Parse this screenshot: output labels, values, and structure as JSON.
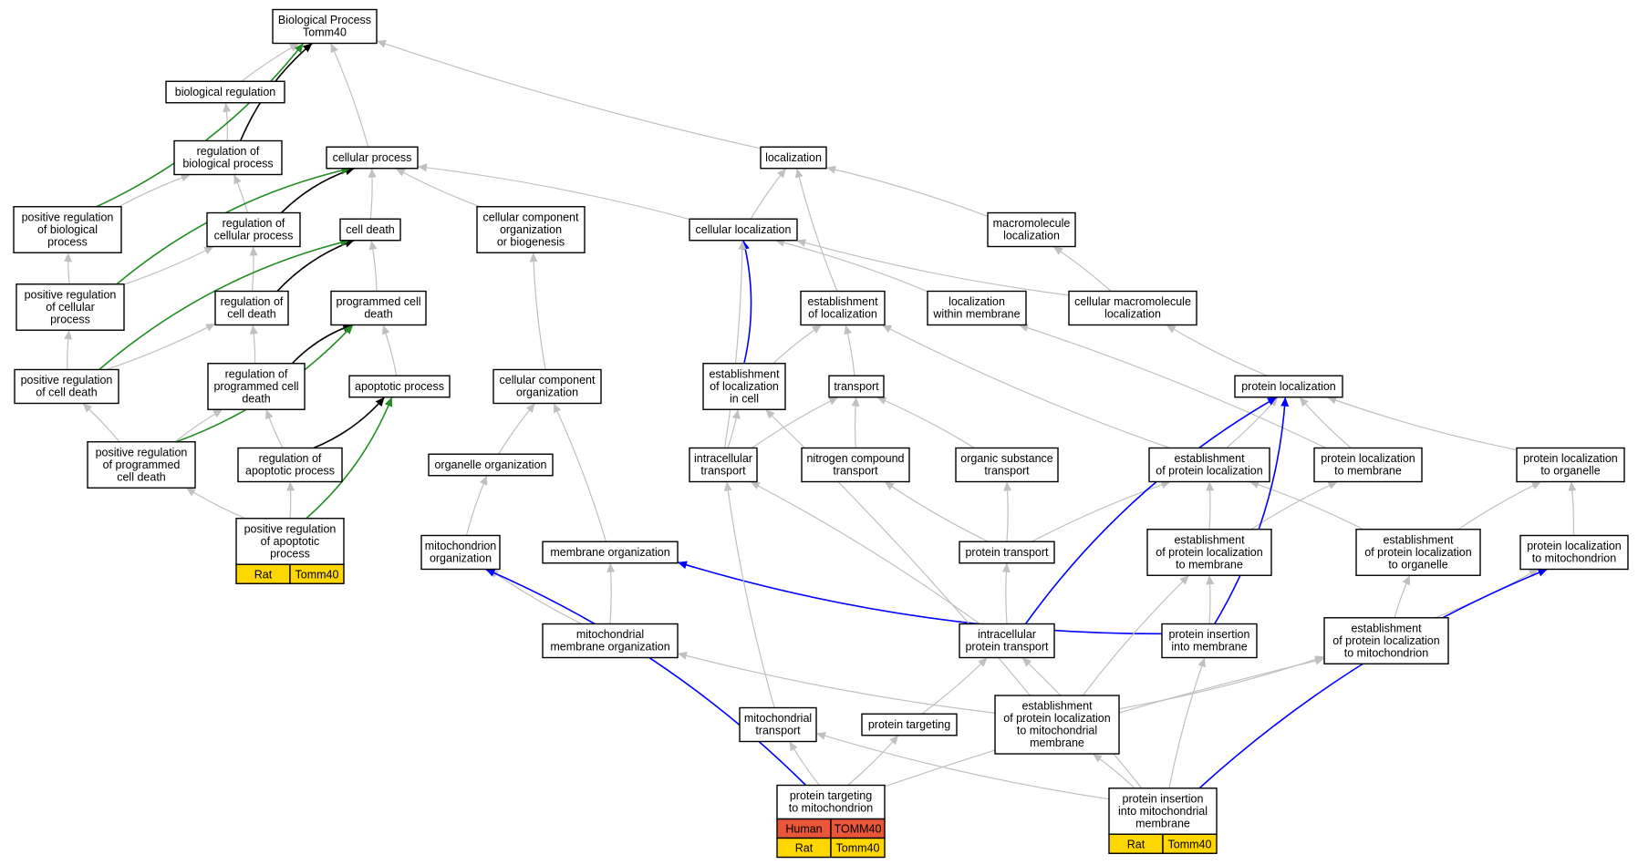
{
  "colors": {
    "edge_default": "#c0c0c0",
    "edge_black": "#000000",
    "edge_green": "#228b22",
    "edge_blue": "#0000ff",
    "species_human": "#e9563a",
    "species_rat": "#ffd700"
  },
  "nodes": [
    {
      "id": "bp",
      "lines": [
        "Biological Process",
        "Tomm40"
      ]
    },
    {
      "id": "bioreg",
      "lines": [
        "biological regulation"
      ]
    },
    {
      "id": "regbp",
      "lines": [
        "regulation of",
        "biological process"
      ]
    },
    {
      "id": "cellproc",
      "lines": [
        "cellular process"
      ]
    },
    {
      "id": "localization",
      "lines": [
        "localization"
      ]
    },
    {
      "id": "posregbp",
      "lines": [
        "positive regulation",
        "of biological",
        "process"
      ]
    },
    {
      "id": "regcp",
      "lines": [
        "regulation of",
        "cellular process"
      ]
    },
    {
      "id": "celldeath",
      "lines": [
        "cell death"
      ]
    },
    {
      "id": "ccorgbio",
      "lines": [
        "cellular component",
        "organization",
        "or biogenesis"
      ]
    },
    {
      "id": "cellloc",
      "lines": [
        "cellular localization"
      ]
    },
    {
      "id": "macroloc",
      "lines": [
        "macromolecule",
        "localization"
      ]
    },
    {
      "id": "posregcp",
      "lines": [
        "positive regulation",
        "of cellular",
        "process"
      ]
    },
    {
      "id": "regcd",
      "lines": [
        "regulation of",
        "cell death"
      ]
    },
    {
      "id": "pcd",
      "lines": [
        "programmed cell",
        "death"
      ]
    },
    {
      "id": "estloc",
      "lines": [
        "establishment",
        "of localization"
      ]
    },
    {
      "id": "locmem",
      "lines": [
        "localization",
        "within membrane"
      ]
    },
    {
      "id": "cmacroloc",
      "lines": [
        "cellular macromolecule",
        "localization"
      ]
    },
    {
      "id": "posregcd",
      "lines": [
        "positive regulation",
        "of cell death"
      ]
    },
    {
      "id": "regpcd",
      "lines": [
        "regulation of",
        "programmed cell",
        "death"
      ]
    },
    {
      "id": "apoptotic",
      "lines": [
        "apoptotic process"
      ]
    },
    {
      "id": "ccorg",
      "lines": [
        "cellular component",
        "organization"
      ]
    },
    {
      "id": "estlocincell",
      "lines": [
        "establishment",
        "of localization",
        "in cell"
      ]
    },
    {
      "id": "transport",
      "lines": [
        "transport"
      ]
    },
    {
      "id": "protloc",
      "lines": [
        "protein localization"
      ]
    },
    {
      "id": "posregpcd",
      "lines": [
        "positive regulation",
        "of programmed",
        "cell death"
      ]
    },
    {
      "id": "regap",
      "lines": [
        "regulation of",
        "apoptotic process"
      ]
    },
    {
      "id": "organelleorg",
      "lines": [
        "organelle organization"
      ]
    },
    {
      "id": "intracelltrans",
      "lines": [
        "intracellular",
        "transport"
      ]
    },
    {
      "id": "nitrotrans",
      "lines": [
        "nitrogen compound",
        "transport"
      ]
    },
    {
      "id": "orgsubtrans",
      "lines": [
        "organic substance",
        "transport"
      ]
    },
    {
      "id": "estprotloc",
      "lines": [
        "establishment",
        "of protein localization"
      ]
    },
    {
      "id": "protlocmem",
      "lines": [
        "protein localization",
        "to membrane"
      ]
    },
    {
      "id": "protlocorg",
      "lines": [
        "protein localization",
        "to organelle"
      ]
    },
    {
      "id": "posregap",
      "lines": [
        "positive regulation",
        "of apoptotic",
        "process"
      ],
      "species": [
        {
          "name": "Rat",
          "gene": "Tomm40",
          "color": "#ffd700"
        }
      ]
    },
    {
      "id": "mitoorg",
      "lines": [
        "mitochondrion",
        "organization"
      ]
    },
    {
      "id": "memorg",
      "lines": [
        "membrane organization"
      ]
    },
    {
      "id": "prottransport",
      "lines": [
        "protein transport"
      ]
    },
    {
      "id": "estprotlocmem",
      "lines": [
        "establishment",
        "of protein localization",
        "to membrane"
      ]
    },
    {
      "id": "estprotlocorg",
      "lines": [
        "establishment",
        "of protein localization",
        "to organelle"
      ]
    },
    {
      "id": "protlocmito",
      "lines": [
        "protein localization",
        "to mitochondrion"
      ]
    },
    {
      "id": "mitomemorg",
      "lines": [
        "mitochondrial",
        "membrane organization"
      ]
    },
    {
      "id": "intraprottrans",
      "lines": [
        "intracellular",
        "protein transport"
      ]
    },
    {
      "id": "protinsmem",
      "lines": [
        "protein insertion",
        "into membrane"
      ]
    },
    {
      "id": "estprotlocmito",
      "lines": [
        "establishment",
        "of protein localization",
        "to mitochondrion"
      ]
    },
    {
      "id": "mitotrans",
      "lines": [
        "mitochondrial",
        "transport"
      ]
    },
    {
      "id": "prottargeting",
      "lines": [
        "protein targeting"
      ]
    },
    {
      "id": "estprotlocmitomem",
      "lines": [
        "establishment",
        "of protein localization",
        "to mitochondrial",
        "membrane"
      ]
    },
    {
      "id": "prottargmito",
      "lines": [
        "protein targeting",
        "to mitochondrion"
      ],
      "species": [
        {
          "name": "Human",
          "gene": "TOMM40",
          "color": "#e9563a"
        },
        {
          "name": "Rat",
          "gene": "Tomm40",
          "color": "#ffd700"
        }
      ]
    },
    {
      "id": "protinsmitomem",
      "lines": [
        "protein insertion",
        "into mitochondrial",
        "membrane"
      ],
      "species": [
        {
          "name": "Rat",
          "gene": "Tomm40",
          "color": "#ffd700"
        }
      ]
    }
  ],
  "edges": [
    {
      "from": "bioreg",
      "to": "bp",
      "color": "default"
    },
    {
      "from": "regbp",
      "to": "bioreg",
      "color": "default"
    },
    {
      "from": "regbp",
      "to": "bp",
      "color": "black"
    },
    {
      "from": "cellproc",
      "to": "bp",
      "color": "default"
    },
    {
      "from": "localization",
      "to": "bp",
      "color": "default"
    },
    {
      "from": "posregbp",
      "to": "bp",
      "color": "green"
    },
    {
      "from": "posregbp",
      "to": "regbp",
      "color": "default"
    },
    {
      "from": "regcp",
      "to": "regbp",
      "color": "default"
    },
    {
      "from": "regcp",
      "to": "cellproc",
      "color": "black"
    },
    {
      "from": "celldeath",
      "to": "cellproc",
      "color": "default"
    },
    {
      "from": "ccorgbio",
      "to": "cellproc",
      "color": "default"
    },
    {
      "from": "cellloc",
      "to": "cellproc",
      "color": "default"
    },
    {
      "from": "cellloc",
      "to": "localization",
      "color": "default"
    },
    {
      "from": "macroloc",
      "to": "localization",
      "color": "default"
    },
    {
      "from": "posregcp",
      "to": "posregbp",
      "color": "default"
    },
    {
      "from": "posregcp",
      "to": "regcp",
      "color": "default"
    },
    {
      "from": "posregcp",
      "to": "cellproc",
      "color": "green"
    },
    {
      "from": "regcd",
      "to": "regcp",
      "color": "default"
    },
    {
      "from": "regcd",
      "to": "celldeath",
      "color": "black"
    },
    {
      "from": "pcd",
      "to": "celldeath",
      "color": "default"
    },
    {
      "from": "estloc",
      "to": "localization",
      "color": "default"
    },
    {
      "from": "locmem",
      "to": "cellloc",
      "color": "default"
    },
    {
      "from": "cmacroloc",
      "to": "cellloc",
      "color": "default"
    },
    {
      "from": "cmacroloc",
      "to": "macroloc",
      "color": "default"
    },
    {
      "from": "posregcd",
      "to": "posregcp",
      "color": "default"
    },
    {
      "from": "posregcd",
      "to": "regcd",
      "color": "default"
    },
    {
      "from": "posregcd",
      "to": "celldeath",
      "color": "green"
    },
    {
      "from": "regpcd",
      "to": "regcd",
      "color": "default"
    },
    {
      "from": "regpcd",
      "to": "pcd",
      "color": "black"
    },
    {
      "from": "apoptotic",
      "to": "pcd",
      "color": "default"
    },
    {
      "from": "ccorg",
      "to": "ccorgbio",
      "color": "default"
    },
    {
      "from": "estlocincell",
      "to": "cellloc",
      "color": "blue"
    },
    {
      "from": "estlocincell",
      "to": "estloc",
      "color": "default"
    },
    {
      "from": "transport",
      "to": "estloc",
      "color": "default"
    },
    {
      "from": "protloc",
      "to": "cmacroloc",
      "color": "default"
    },
    {
      "from": "posregpcd",
      "to": "posregcd",
      "color": "default"
    },
    {
      "from": "posregpcd",
      "to": "regpcd",
      "color": "default"
    },
    {
      "from": "posregpcd",
      "to": "pcd",
      "color": "green"
    },
    {
      "from": "regap",
      "to": "regpcd",
      "color": "default"
    },
    {
      "from": "regap",
      "to": "apoptotic",
      "color": "black"
    },
    {
      "from": "organelleorg",
      "to": "ccorg",
      "color": "default"
    },
    {
      "from": "intracelltrans",
      "to": "estlocincell",
      "color": "default"
    },
    {
      "from": "intracelltrans",
      "to": "transport",
      "color": "default"
    },
    {
      "from": "intracelltrans",
      "to": "cellloc",
      "color": "default"
    },
    {
      "from": "nitrotrans",
      "to": "transport",
      "color": "default"
    },
    {
      "from": "orgsubtrans",
      "to": "transport",
      "color": "default"
    },
    {
      "from": "estprotloc",
      "to": "estloc",
      "color": "default"
    },
    {
      "from": "estprotloc",
      "to": "protloc",
      "color": "default"
    },
    {
      "from": "protlocmem",
      "to": "protloc",
      "color": "default"
    },
    {
      "from": "protlocmem",
      "to": "locmem",
      "color": "default"
    },
    {
      "from": "protlocorg",
      "to": "protloc",
      "color": "default"
    },
    {
      "from": "posregap",
      "to": "regap",
      "color": "default"
    },
    {
      "from": "posregap",
      "to": "posregpcd",
      "color": "default"
    },
    {
      "from": "posregap",
      "to": "apoptotic",
      "color": "green"
    },
    {
      "from": "mitoorg",
      "to": "organelleorg",
      "color": "default"
    },
    {
      "from": "memorg",
      "to": "ccorg",
      "color": "default"
    },
    {
      "from": "prottransport",
      "to": "nitrotrans",
      "color": "default"
    },
    {
      "from": "prottransport",
      "to": "orgsubtrans",
      "color": "default"
    },
    {
      "from": "prottransport",
      "to": "estprotloc",
      "color": "default"
    },
    {
      "from": "estprotlocmem",
      "to": "estprotloc",
      "color": "default"
    },
    {
      "from": "estprotlocmem",
      "to": "protlocmem",
      "color": "default"
    },
    {
      "from": "estprotlocorg",
      "to": "estprotloc",
      "color": "default"
    },
    {
      "from": "estprotlocorg",
      "to": "protlocorg",
      "color": "default"
    },
    {
      "from": "protlocmito",
      "to": "protlocorg",
      "color": "default"
    },
    {
      "from": "mitomemorg",
      "to": "mitoorg",
      "color": "default"
    },
    {
      "from": "mitomemorg",
      "to": "memorg",
      "color": "default"
    },
    {
      "from": "intraprottrans",
      "to": "prottransport",
      "color": "default"
    },
    {
      "from": "intraprottrans",
      "to": "intracelltrans",
      "color": "default"
    },
    {
      "from": "intraprottrans",
      "to": "protloc",
      "color": "blue"
    },
    {
      "from": "protinsmem",
      "to": "estprotlocmem",
      "color": "default"
    },
    {
      "from": "protinsmem",
      "to": "memorg",
      "color": "blue"
    },
    {
      "from": "protinsmem",
      "to": "protloc",
      "color": "blue"
    },
    {
      "from": "estprotlocmito",
      "to": "estprotlocorg",
      "color": "default"
    },
    {
      "from": "estprotlocmito",
      "to": "protlocmito",
      "color": "default"
    },
    {
      "from": "mitotrans",
      "to": "intracelltrans",
      "color": "default"
    },
    {
      "from": "prottargeting",
      "to": "intraprottrans",
      "color": "default"
    },
    {
      "from": "estprotlocmitomem",
      "to": "estprotlocmem",
      "color": "default"
    },
    {
      "from": "estprotlocmitomem",
      "to": "estprotlocmito",
      "color": "default"
    },
    {
      "from": "estprotlocmitomem",
      "to": "mitomemorg",
      "color": "default"
    },
    {
      "from": "estprotlocmitomem",
      "to": "estlocincell",
      "color": "default"
    },
    {
      "from": "prottargmito",
      "to": "mitotrans",
      "color": "default"
    },
    {
      "from": "prottargmito",
      "to": "prottargeting",
      "color": "default"
    },
    {
      "from": "prottargmito",
      "to": "estprotlocmito",
      "color": "default"
    },
    {
      "from": "prottargmito",
      "to": "mitoorg",
      "color": "blue"
    },
    {
      "from": "protinsmitomem",
      "to": "protinsmem",
      "color": "default"
    },
    {
      "from": "protinsmitomem",
      "to": "estprotlocmitomem",
      "color": "default"
    },
    {
      "from": "protinsmitomem",
      "to": "mitotrans",
      "color": "default"
    },
    {
      "from": "protinsmitomem",
      "to": "intraprottrans",
      "color": "default"
    },
    {
      "from": "protinsmitomem",
      "to": "protlocmito",
      "color": "blue"
    }
  ]
}
